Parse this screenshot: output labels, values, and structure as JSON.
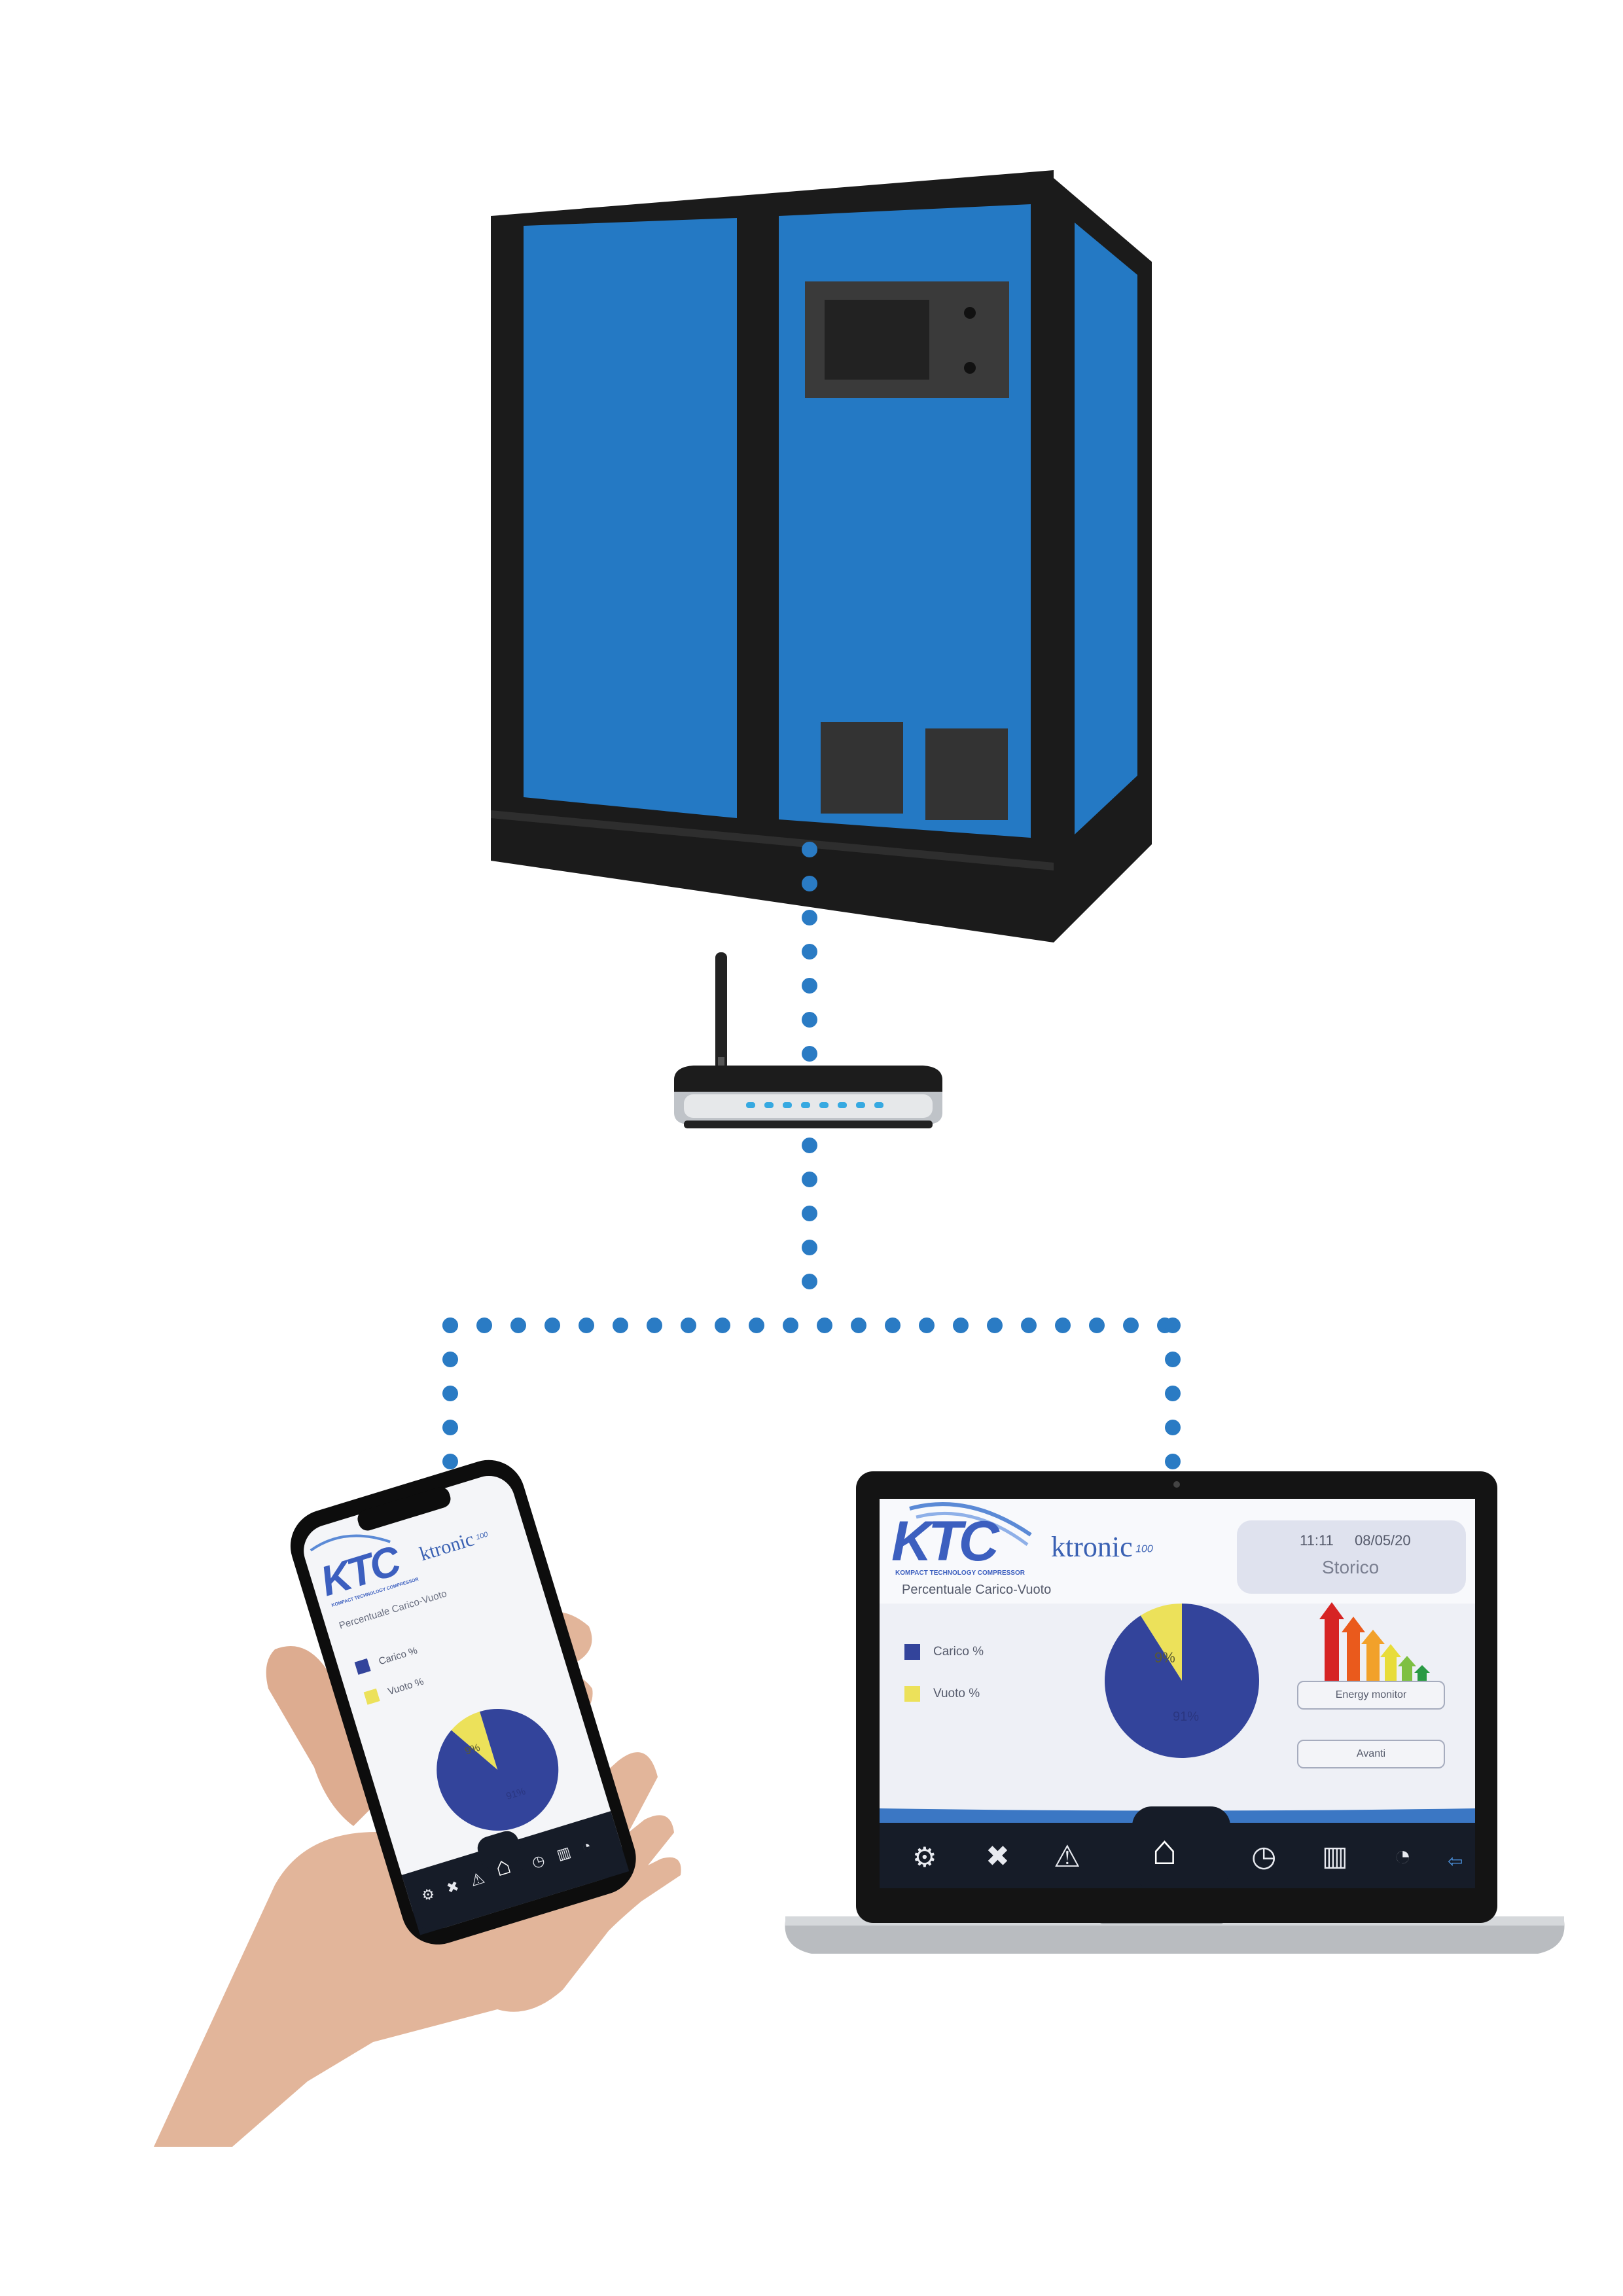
{
  "colors": {
    "compressor_blue": "#2479c4",
    "compressor_frame": "#1b1b1b",
    "connector_dots": "#2a7bc4",
    "screen_bg": "#eef0f6",
    "pie_load": "#33449b",
    "pie_idle": "#ece15a",
    "nav_bar": "#161c28",
    "ktc_blue": "#3c5fbf"
  },
  "icons": {
    "router": "wifi-router-icon",
    "compressor": "compressor-cabinet-icon",
    "phone": "smartphone-icon",
    "laptop": "laptop-icon",
    "hand": "hand-icon"
  },
  "laptop_screen": {
    "brand": "KTC",
    "brand_tagline": "KOMPACT TECHNOLOGY COMPRESSOR",
    "product": "ktronic",
    "product_sup": "100",
    "time": "11:11",
    "date": "08/05/20",
    "section": "Storico",
    "chart_title": "Percentuale Carico-Vuoto",
    "legend_load": "Carico %",
    "legend_idle": "Vuoto %",
    "label_idle": "9%",
    "label_load": "91%",
    "btn_energy": "Energy monitor",
    "btn_next": "Avanti",
    "nav_icons": [
      "gears-icon",
      "tools-icon",
      "warning-icon",
      "home-icon",
      "clock-icon",
      "bar-chart-icon",
      "timer-icon",
      "back-icon"
    ]
  },
  "phone_screen": {
    "brand": "KTC",
    "brand_tagline": "KOMPACT TECHNOLOGY COMPRESSOR",
    "product": "ktronic",
    "product_sup": "100",
    "chart_title": "Percentuale Carico-Vuoto",
    "legend_load": "Carico %",
    "legend_idle": "Vuoto %",
    "label_idle": "9%",
    "label_load": "91%",
    "nav_icons": [
      "gears-icon",
      "tools-icon",
      "warning-icon",
      "home-icon",
      "clock-icon",
      "bar-chart-icon",
      "timer-icon"
    ]
  },
  "chart_data": {
    "type": "pie",
    "labels": [
      "Carico %",
      "Vuoto %"
    ],
    "values": [
      91,
      9
    ],
    "title": "Percentuale Carico-Vuoto",
    "legend": "left"
  }
}
